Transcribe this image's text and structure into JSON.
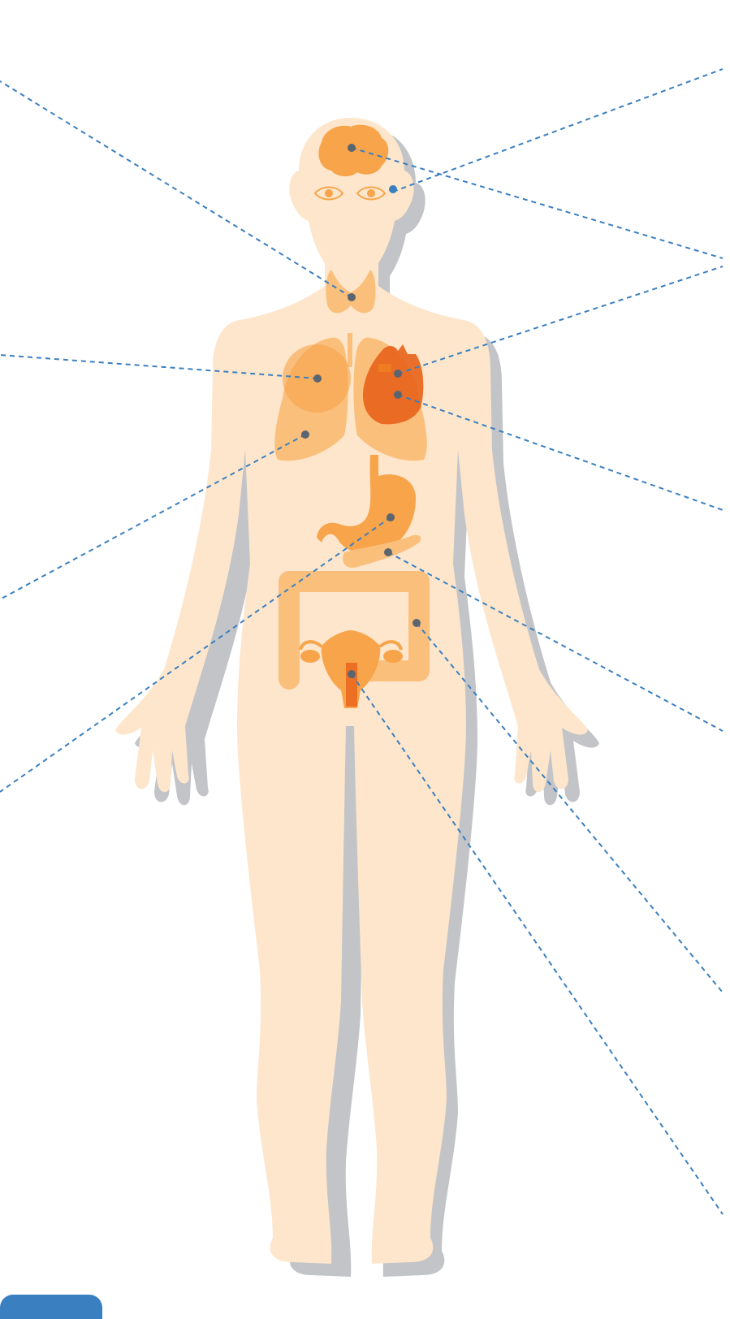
{
  "figure": {
    "subject": "human-body-organ-map",
    "accent_color": "#3a7fc0",
    "skin_color": "#fde6cb",
    "organ_colors": [
      "#fbbf7c",
      "#f7a44a",
      "#f07c22",
      "#e8621a"
    ],
    "marker_color": "#5a6570",
    "organs": [
      "brain",
      "eyes",
      "thyroid",
      "lungs",
      "heart",
      "stomach",
      "pancreas",
      "colon",
      "uterus-ovaries"
    ]
  },
  "footer": {
    "button_color": "#3a7fc0"
  }
}
